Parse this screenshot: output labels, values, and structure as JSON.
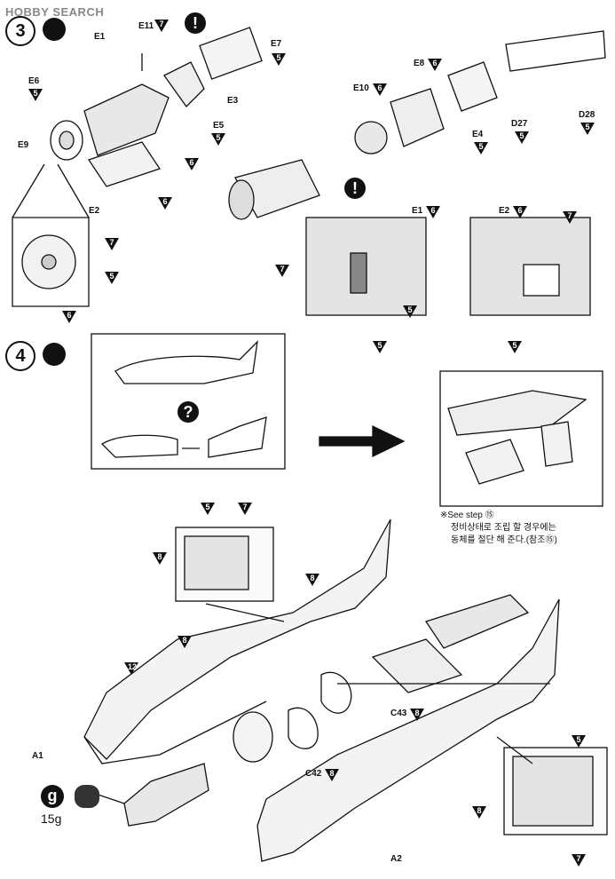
{
  "watermark": "HOBBY SEARCH",
  "steps": {
    "step3": "3",
    "step4": "4"
  },
  "labels": {
    "E1": "E1",
    "E11": "E11",
    "E7": "E7",
    "E6": "E6",
    "E3": "E3",
    "E5": "E5",
    "E9": "E9",
    "E2": "E2",
    "E8": "E8",
    "E10": "E10",
    "E4": "E4",
    "D27": "D27",
    "D28": "D28",
    "E1b": "E1",
    "E2b": "E2",
    "A1": "A1",
    "A2": "A2",
    "C43": "C43",
    "C42": "C42"
  },
  "paint": {
    "p5": "5",
    "p6": "6",
    "p7": "7",
    "p8": "8",
    "p12": "12"
  },
  "question": "?",
  "exclaim": "!",
  "note": {
    "see_step": "※See step ⑮",
    "korean1": "정비상태로 조립 할 경우에는",
    "korean2": "동체를 절단 해 준다.(참조⑮)"
  },
  "weight": {
    "symbol": "g",
    "value": "15g"
  }
}
